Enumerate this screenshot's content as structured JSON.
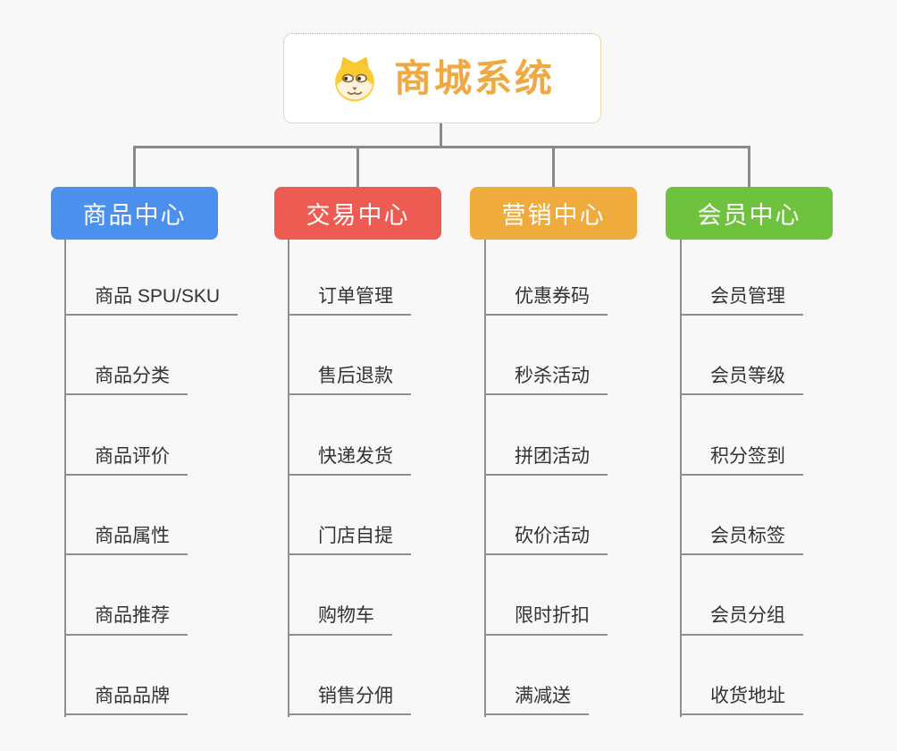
{
  "root": {
    "title": "商城系统",
    "icon": "dog-face-icon"
  },
  "branches": [
    {
      "label": "商品中心",
      "color": "#4a90ec",
      "items": [
        "商品 SPU/SKU",
        "商品分类",
        "商品评价",
        "商品属性",
        "商品推荐",
        "商品品牌"
      ]
    },
    {
      "label": "交易中心",
      "color": "#ee5b52",
      "items": [
        "订单管理",
        "售后退款",
        "快递发货",
        "门店自提",
        "购物车",
        "销售分佣"
      ]
    },
    {
      "label": "营销中心",
      "color": "#efac3c",
      "items": [
        "优惠券码",
        "秒杀活动",
        "拼团活动",
        "砍价活动",
        "限时折扣",
        "满减送"
      ]
    },
    {
      "label": "会员中心",
      "color": "#6fc23e",
      "items": [
        "会员管理",
        "会员等级",
        "积分签到",
        "会员标签",
        "会员分组",
        "收货地址"
      ]
    }
  ],
  "colors": {
    "background": "#f8f8f8",
    "connector_line": "#8a8a8a",
    "root_accent": "#f0a843",
    "item_text": "#333333"
  }
}
